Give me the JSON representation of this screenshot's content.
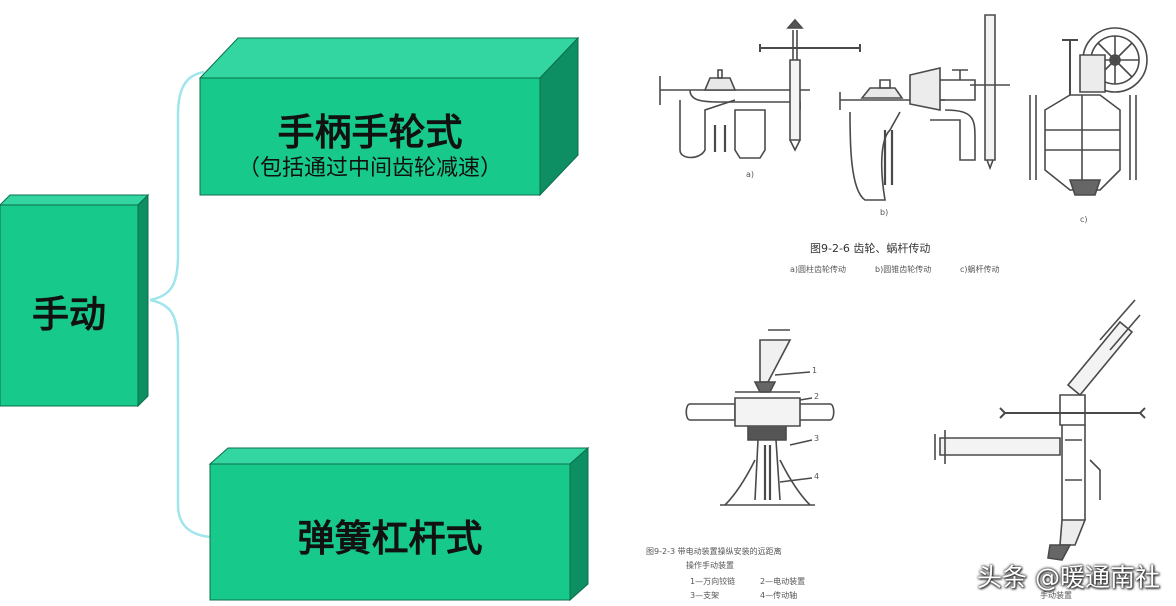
{
  "colors": {
    "box_front": "#18c98c",
    "box_top": "#33d6a0",
    "box_side": "#0e8f63",
    "connector": "#9fe6ec"
  },
  "root": {
    "label": "手动"
  },
  "branches": [
    {
      "title": "手柄手轮式",
      "subtitle": "（包括通过中间齿轮减速）"
    },
    {
      "title": "弹簧杠杆式"
    }
  ],
  "figure_top": {
    "panel_labels": [
      "a)",
      "b)",
      "c)"
    ],
    "caption": "图9-2-6 齿轮、蜗杆传动",
    "subcaptions": [
      "a)圆柱齿轮传动",
      "b)圆锥齿轮传动",
      "c)蜗杆传动"
    ]
  },
  "figure_bottom": {
    "part_numbers": [
      "1",
      "2",
      "3",
      "4"
    ],
    "caption_line1": "图9-2-3 带电动装置操纵安装的远距离",
    "caption_line2": "操作手动装置",
    "legend": [
      "1—万向铰链",
      "2—电动装置",
      "3—支架",
      "4—传动轴"
    ],
    "right_caption": "手动装置"
  },
  "watermark": "头条 @暖通南社"
}
